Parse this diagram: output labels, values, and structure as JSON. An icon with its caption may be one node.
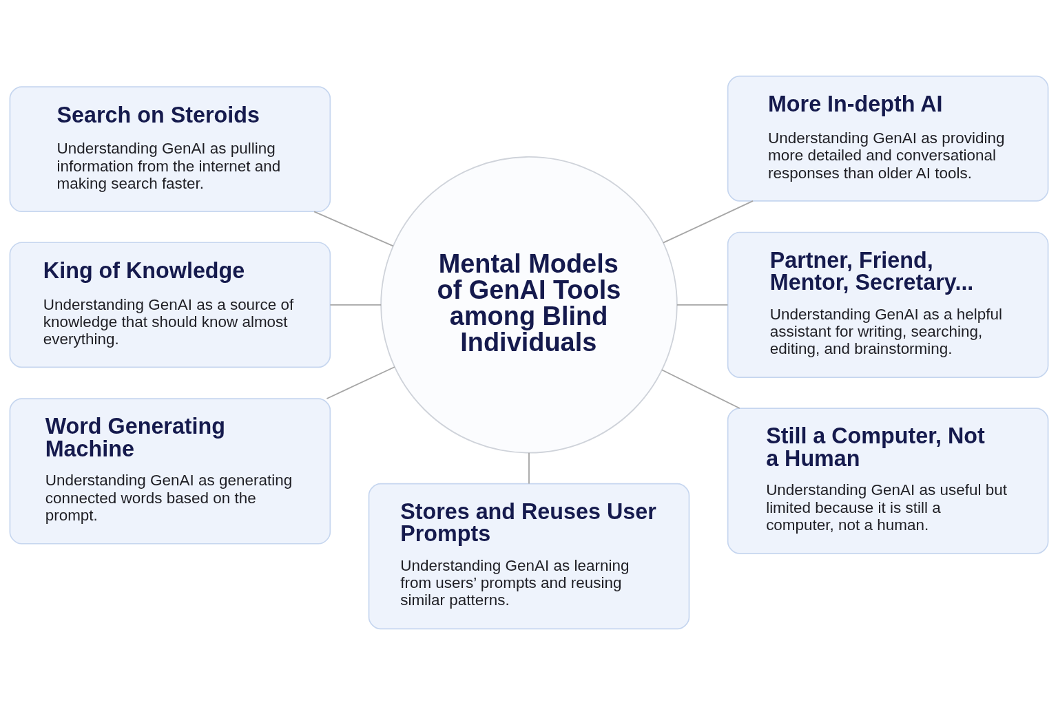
{
  "diagram": {
    "nodes": [
      {
        "text": [
          "Mental Models of GenAI Tools among Blind Individuals"
        ]
      },
      {
        "text": [
          "Search on Steroids",
          "Understanding GenAI as pulling information from the internet and making search faster."
        ]
      },
      {
        "text": [
          "More In-depth AI",
          "Understanding GenAI as providing more detailed and conversational responses than older AI tools."
        ]
      },
      {
        "text": [
          "King of Knowledge",
          "Understanding GenAI as a source of knowledge that should know almost everything."
        ]
      },
      {
        "text": [
          "Partner, Friend, Mentor, Secretary...",
          "Understanding GenAI as a helpful assistant for writing, searching, editing, and brainstorming."
        ]
      },
      {
        "text": [
          "Word Generating Machine",
          "Understanding GenAI as generating connected words based on the prompt."
        ]
      },
      {
        "text": [
          "Stores and Reuses User Prompts",
          "Understanding GenAI as learning from users’ prompts and reusing similar patterns."
        ]
      },
      {
        "text": [
          "Still a Computer, Not a Human",
          "Understanding GenAI as useful but limited because it is still a computer, not a human."
        ]
      }
    ],
    "edges": [
      {
        "from": 0,
        "to": 1,
        "arrow": "none"
      },
      {
        "from": 0,
        "to": 2,
        "arrow": "none"
      },
      {
        "from": 0,
        "to": 3,
        "arrow": "none"
      },
      {
        "from": 0,
        "to": 4,
        "arrow": "none"
      },
      {
        "from": 0,
        "to": 5,
        "arrow": "none"
      },
      {
        "from": 0,
        "to": 6,
        "arrow": "none"
      },
      {
        "from": 0,
        "to": 7,
        "arrow": "none"
      }
    ]
  }
}
